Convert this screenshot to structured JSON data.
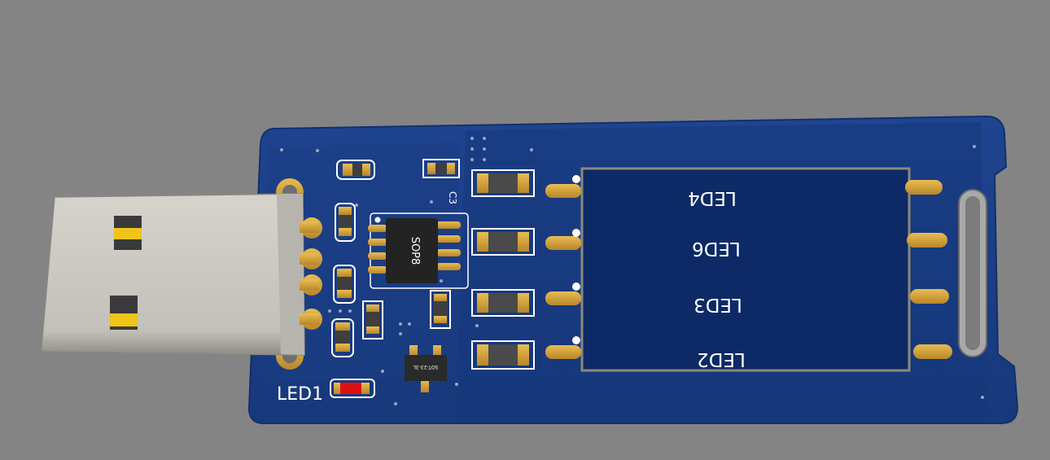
{
  "board": {
    "labels": {
      "led1": "LED1",
      "led2": "LED2",
      "led3": "LED3",
      "led4": "LED4",
      "led6": "LED6",
      "sop8": "SOP8",
      "c3": "C3",
      "sot": "SOT-23-3L"
    },
    "colors": {
      "background": "#848484",
      "pcb": "#1d3f86",
      "pcb_dark": "#0d2a66",
      "silkscreen": "#ffffff",
      "gold": "#d9a83a",
      "usb_metal": "#c9c6bf",
      "led1_red": "#e01010"
    }
  }
}
